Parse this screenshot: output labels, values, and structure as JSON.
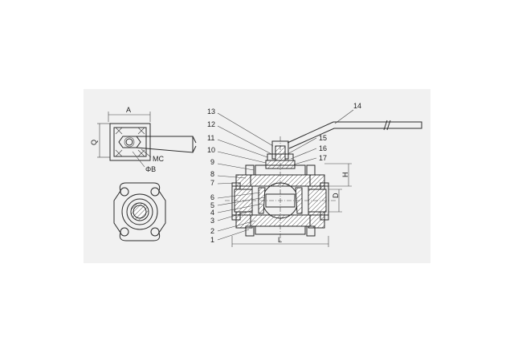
{
  "drawing": {
    "top_view": {
      "dim_width": "A",
      "dim_height": "Q",
      "stem_thread": "MC",
      "hole_dia": "ΦB"
    },
    "section_view": {
      "dim_length": "L",
      "dim_height": "H",
      "dim_bore": "D",
      "part_labels": [
        "1",
        "2",
        "3",
        "4",
        "5",
        "6",
        "7",
        "8",
        "9",
        "10",
        "11",
        "12",
        "13",
        "14",
        "15",
        "16",
        "17"
      ]
    }
  }
}
